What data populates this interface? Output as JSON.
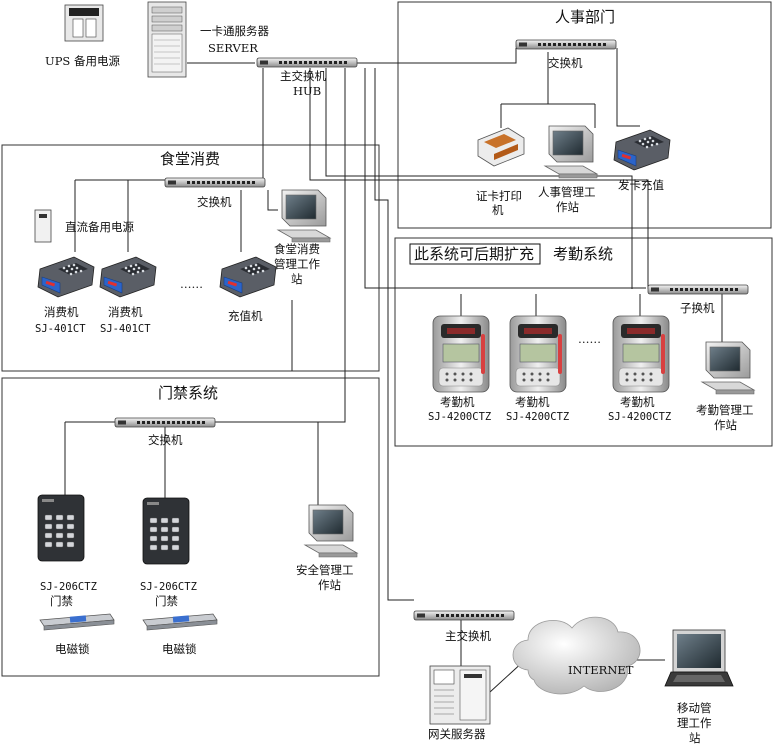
{
  "sections": {
    "hr": {
      "title": "人事部门",
      "switch_label": "交换机",
      "printer_label": [
        "证卡打印",
        "机"
      ],
      "station_label": [
        "人事管理工",
        "作站"
      ],
      "issuer_label": "发卡充值"
    },
    "canteen": {
      "title": "食堂消费",
      "switch_label": "交换机",
      "dc_power_label": "直流备用电源",
      "pos1_label": [
        "消费机",
        "SJ-401CT"
      ],
      "pos2_label": [
        "消费机",
        "SJ-401CT"
      ],
      "dots": "……",
      "recharge_label": "充值机",
      "station_label": [
        "食堂消费",
        "管理工作",
        "站"
      ]
    },
    "access": {
      "title": "门禁系统",
      "switch_label": "交换机",
      "door1_label": [
        "SJ-206CTZ",
        "门禁"
      ],
      "door2_label": [
        "SJ-206CTZ",
        "门禁"
      ],
      "lock1_label": "电磁锁",
      "lock2_label": "电磁锁",
      "station_label": [
        "安全管理工",
        "作站"
      ]
    },
    "attendance": {
      "expand_note": "此系统可后期扩充",
      "title": "考勤系统",
      "switch_label": "子换机",
      "dev1_label": [
        "考勤机",
        "SJ-4200CTZ"
      ],
      "dev2_label": [
        "考勤机",
        "SJ-4200CTZ"
      ],
      "dev3_label": [
        "考勤机",
        "SJ-4200CTZ"
      ],
      "dots": "……",
      "station_label": [
        "考勤管理工",
        "作站"
      ]
    }
  },
  "core": {
    "ups_label": "UPS 备用电源",
    "server_label": [
      "一卡通服务器",
      "SERVER"
    ],
    "hub_label": [
      "主交换机",
      "HUB"
    ],
    "main_switch2_label": "主交换机",
    "gateway_label": "网关服务器",
    "internet_label": "INTERNET",
    "mobile_label": [
      "移动管",
      "理工作",
      "站"
    ]
  }
}
